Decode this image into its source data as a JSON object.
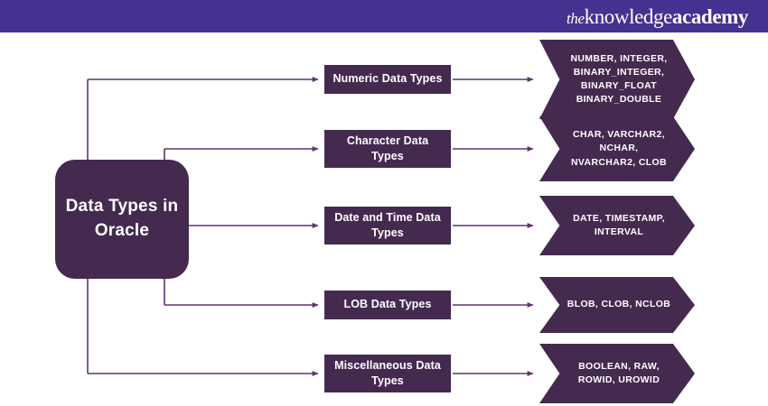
{
  "header": {
    "brand_the": "the",
    "brand_knowledge": "knowledge",
    "brand_academy": "academy",
    "band_color": "#453190"
  },
  "theme": {
    "node_fill": "#452A50",
    "connector_color": "#5E3570",
    "text_color": "#FFFFFF",
    "background": "#FFFFFF"
  },
  "diagram": {
    "root": {
      "label": "Data\nTypes in\nOracle"
    },
    "branches": [
      {
        "category": "Numeric Data Types",
        "values": "NUMBER, INTEGER,\nBINARY_INTEGER,\nBINARY_FLOAT\nBINARY_DOUBLE"
      },
      {
        "category": "Character Data\nTypes",
        "values": "CHAR, VARCHAR2,\nNCHAR,\nNVARCHAR2, CLOB"
      },
      {
        "category": "Date and Time\nData Types",
        "values": "DATE, TIMESTAMP,\nINTERVAL"
      },
      {
        "category": "LOB Data Types",
        "values": "BLOB, CLOB, NCLOB"
      },
      {
        "category": "Miscellaneous\nData Types",
        "values": "BOOLEAN, RAW,\nROWID, UROWID"
      }
    ]
  }
}
